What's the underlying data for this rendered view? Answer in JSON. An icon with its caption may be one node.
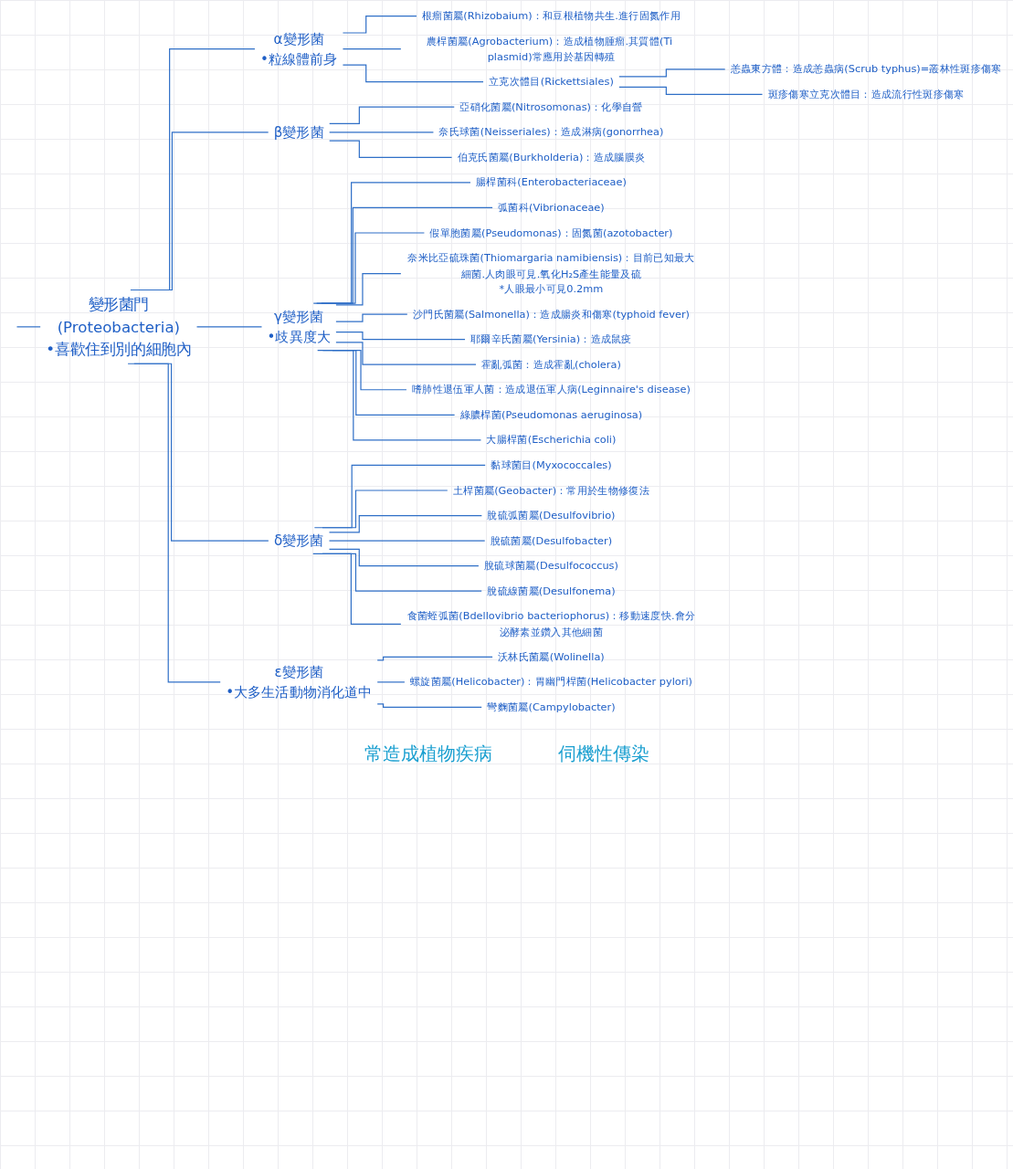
{
  "diagram": {
    "nodes": [
      {
        "text": [
          "變形菌門",
          "(Proteobacteria)"
        ],
        "beside": [
          "•喜歡住到別的細胞內"
        ]
      },
      {
        "text": [
          "α變形菌"
        ],
        "beside": [
          "•粒線體前身"
        ]
      },
      {
        "text": [
          "根瘤菌屬(Rhizobaium)：和豆根植物共生.進行固氮作用"
        ]
      },
      {
        "text": [
          "農桿菌屬(Agrobacterium)：造成植物腫瘤.其質體(Ti plasmid)常應用於基因轉殖"
        ]
      },
      {
        "text": [
          "立克次體目(Rickettsiales)"
        ]
      },
      {
        "text": [
          "恙蟲東方體：造成恙蟲病(Scrub typhus)=叢林性斑疹傷寒"
        ]
      },
      {
        "text": [
          "斑疹傷寒立克次體目：造成流行性斑疹傷寒"
        ]
      },
      {
        "text": [
          "β變形菌"
        ]
      },
      {
        "text": [
          "亞硝化菌屬(Nitrosomonas)：化學自營"
        ]
      },
      {
        "text": [
          "奈氏球菌(Neisseriales)：造成淋病(gonorrhea)"
        ]
      },
      {
        "text": [
          "伯克氏菌屬(Burkholderia)：造成腦膜炎"
        ]
      },
      {
        "text": [
          "γ變形菌"
        ],
        "beside": [
          "•歧異度大"
        ]
      },
      {
        "text": [
          "腸桿菌科(Enterobacteriaceae)"
        ]
      },
      {
        "text": [
          "弧菌科(Vibrionaceae)"
        ]
      },
      {
        "text": [
          "假單胞菌屬(Pseudomonas)：固氮菌(azotobacter)"
        ]
      },
      {
        "text": [
          "奈米比亞硫珠菌(Thiomargaria namibiensis)：目前已知最大細菌.人肉眼可見.氧化H₂S產生能量及硫"
        ],
        "beside": [
          "*人眼最小可見0.2mm"
        ]
      },
      {
        "text": [
          "沙門氏菌屬(Salmonella)：造成腸炎和傷寒(typhoid fever)"
        ]
      },
      {
        "text": [
          "耶爾辛氏菌屬(Yersinia)：造成鼠疫"
        ]
      },
      {
        "text": [
          "霍亂弧菌：造成霍亂(cholera)"
        ]
      },
      {
        "text": [
          "嗜肺性退伍軍人菌：造成退伍軍人病(Leginnaire's disease)"
        ]
      },
      {
        "text": [
          "綠膿桿菌(Pseudomonas aeruginosa)"
        ]
      },
      {
        "text": [
          "大腸桿菌(Escherichia coli)"
        ]
      },
      {
        "text": [
          "δ變形菌"
        ]
      },
      {
        "text": [
          "黏球菌目(Myxococcales)"
        ]
      },
      {
        "text": [
          "土桿菌屬(Geobacter)：常用於生物修復法"
        ]
      },
      {
        "text": [
          "脫硫弧菌屬(Desulfovibrio)"
        ]
      },
      {
        "text": [
          "脫硫菌屬(Desulfobacter)"
        ]
      },
      {
        "text": [
          "脫硫球菌屬(Desulfococcus)"
        ]
      },
      {
        "text": [
          "脫硫線菌屬(Desulfonema)"
        ]
      },
      {
        "text": [
          "食菌蛭弧菌(Bdellovibrio bacteriophorus)：移動速度快.會分泌酵素並鑽入其他細菌"
        ]
      },
      {
        "text": [
          "ε變形菌"
        ],
        "beside": [
          "•大多生活動物消化道中"
        ]
      },
      {
        "text": [
          "沃林氏菌屬(Wolinella)"
        ]
      },
      {
        "text": [
          "螺旋菌屬(Helicobacter)：胃幽門桿菌(Helicobacter pylori)"
        ]
      },
      {
        "text": [
          "彎麴菌屬(Campylobacter)"
        ]
      }
    ],
    "edges": [
      {
        "from": null,
        "to": 0,
        "arrow": "none"
      },
      {
        "from": 0,
        "to": 1,
        "arrow": "none"
      },
      {
        "from": 1,
        "to": 2,
        "arrow": "none"
      },
      {
        "from": 1,
        "to": 3,
        "arrow": "none"
      },
      {
        "from": 1,
        "to": 4,
        "arrow": "none"
      },
      {
        "from": 4,
        "to": 5,
        "arrow": "none"
      },
      {
        "from": 4,
        "to": 6,
        "arrow": "none"
      },
      {
        "from": 0,
        "to": 7,
        "arrow": "none"
      },
      {
        "from": 7,
        "to": 8,
        "arrow": "none"
      },
      {
        "from": 7,
        "to": 9,
        "arrow": "none"
      },
      {
        "from": 7,
        "to": 10,
        "arrow": "none"
      },
      {
        "from": 0,
        "to": 11,
        "arrow": "none"
      },
      {
        "from": 11,
        "to": 12,
        "arrow": "none"
      },
      {
        "from": 11,
        "to": 13,
        "arrow": "none"
      },
      {
        "from": 11,
        "to": 14,
        "arrow": "none"
      },
      {
        "from": 11,
        "to": 15,
        "arrow": "none"
      },
      {
        "from": 11,
        "to": 16,
        "arrow": "none"
      },
      {
        "from": 11,
        "to": 17,
        "arrow": "none"
      },
      {
        "from": 11,
        "to": 18,
        "arrow": "none"
      },
      {
        "from": 11,
        "to": 19,
        "arrow": "none"
      },
      {
        "from": 11,
        "to": 20,
        "arrow": "none"
      },
      {
        "from": 11,
        "to": 21,
        "arrow": "none"
      },
      {
        "from": 0,
        "to": 22,
        "arrow": "none"
      },
      {
        "from": 22,
        "to": 23,
        "arrow": "none"
      },
      {
        "from": 22,
        "to": 24,
        "arrow": "none"
      },
      {
        "from": 22,
        "to": 25,
        "arrow": "none"
      },
      {
        "from": 22,
        "to": 26,
        "arrow": "none"
      },
      {
        "from": 22,
        "to": 27,
        "arrow": "none"
      },
      {
        "from": 22,
        "to": 28,
        "arrow": "none"
      },
      {
        "from": 22,
        "to": 29,
        "arrow": "none"
      },
      {
        "from": 0,
        "to": 30,
        "arrow": "none"
      },
      {
        "from": 30,
        "to": 31,
        "arrow": "none"
      },
      {
        "from": 30,
        "to": 32,
        "arrow": "none"
      },
      {
        "from": 30,
        "to": 33,
        "arrow": "none"
      }
    ],
    "labels": [
      "常造成植物疾病",
      "伺機性傳染"
    ]
  }
}
